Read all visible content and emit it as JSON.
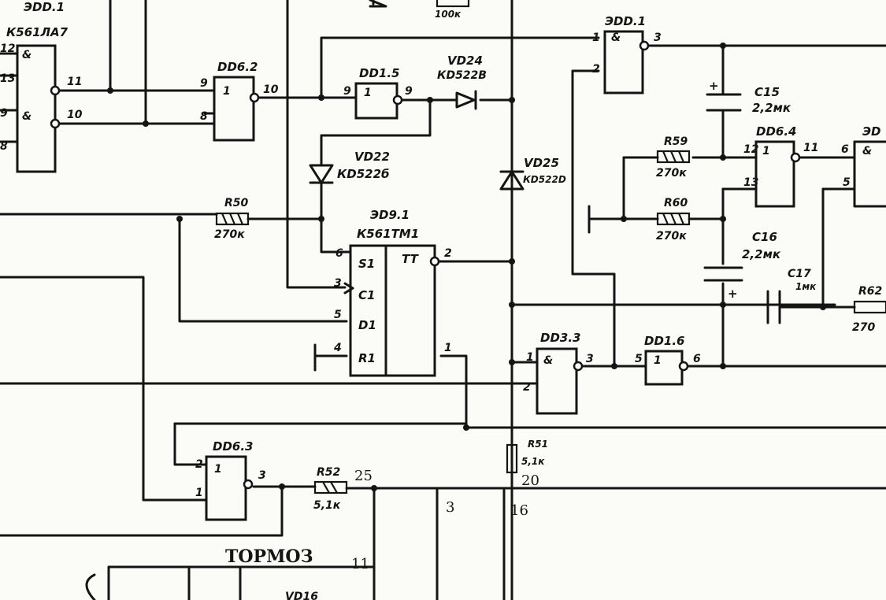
{
  "labels": {
    "dd91_top": "ЭDD.1",
    "k561la7": "К561ЛА7",
    "dd62": "DD6.2",
    "dd15": "DD1.5",
    "vd24": "VD24",
    "kd522b_1": "КD522В",
    "r49": "100к",
    "dd81": "ЭDD.1",
    "c15": "C15",
    "c15_val": "2,2мк",
    "dd64": "DD6.4",
    "vd22": "VD22",
    "kd522b_2": "КD522б",
    "vd25": "VD25",
    "kd522b_3": "КD522D",
    "r59": "R59",
    "r59_val": "270к",
    "r60": "R60",
    "r60_val": "270к",
    "r50": "R50",
    "r50_val": "270к",
    "dd9_1": "ЭD9.1",
    "k561tm1": "К561ТМ1",
    "pin_s1": "S1",
    "pin_c1": "C1",
    "pin_d1": "D1",
    "pin_r1": "R1",
    "pin_tt": "TT",
    "c16": "C16",
    "c16_val": "2,2мк",
    "c17": "C17",
    "c17_val": "1мк",
    "r62": "R62",
    "r62_val": "270",
    "dd33": "DD3.3",
    "dd16": "DD1.6",
    "dd63": "DD6.3",
    "r51": "R51",
    "r51_val": "5,1к",
    "r52": "R52",
    "r52_val": "5,1к",
    "n25": "25",
    "n20": "20",
    "n3": "3",
    "n16": "16",
    "n11": "11",
    "tormoz": "ТОРМОЗ",
    "vd16": "VD16",
    "p1": "1",
    "p2": "2",
    "p3": "3",
    "p4": "4",
    "p5": "5",
    "p6": "6",
    "p8": "8",
    "p9": "9",
    "p10": "10",
    "p11": "11",
    "p12": "12",
    "p13": "13",
    "and_sym": "&"
  }
}
